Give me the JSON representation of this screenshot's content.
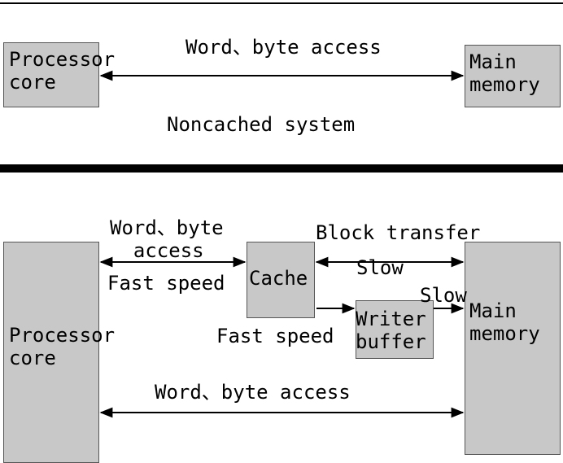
{
  "top": {
    "processor_label": "Processor\ncore",
    "memory_label": "Main\nmemory",
    "access_label": "Word、byte access",
    "caption": "Noncached system"
  },
  "bottom": {
    "processor_label": "Processor\ncore",
    "memory_label": "Main\nmemory",
    "cache_label": "Cache",
    "write_buffer_label": "Writer\nbuffer",
    "cpu_cache_access_label": "Word、byte\n  access",
    "fast_speed_label_1": "Fast speed",
    "fast_speed_label_2": "Fast speed",
    "block_transfer_label": "Block transfer",
    "slow_label_1": "Slow",
    "slow_label_2": "Slow",
    "direct_access_label": "Word、byte access"
  }
}
